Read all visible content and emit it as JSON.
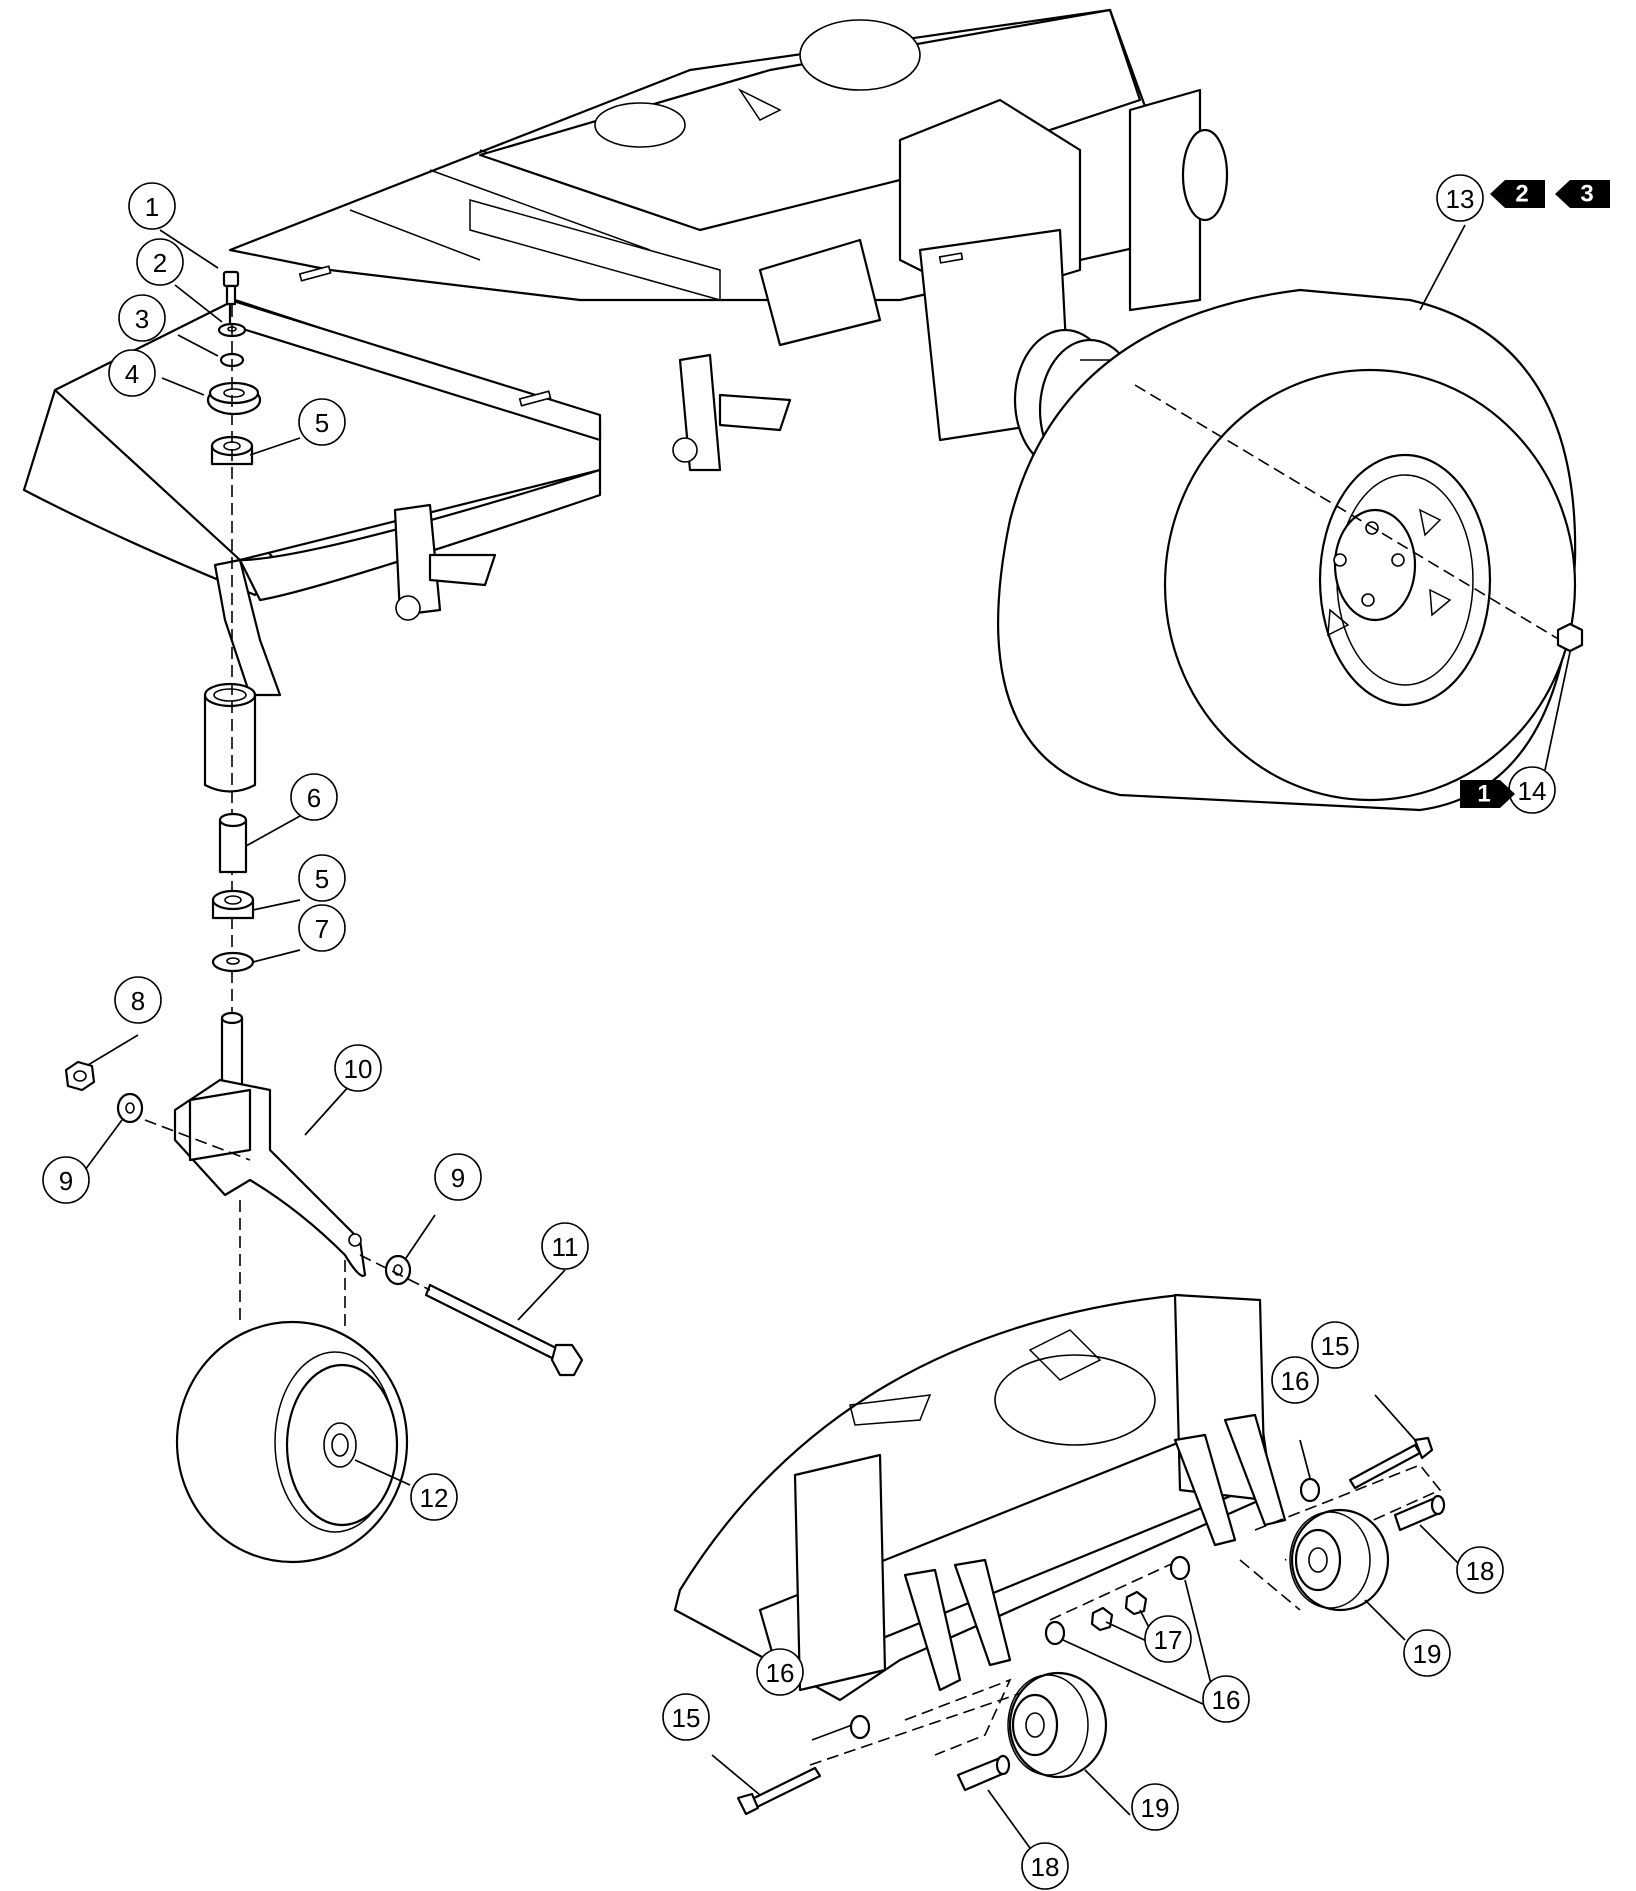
{
  "callouts": [
    {
      "label": "1"
    },
    {
      "label": "2"
    },
    {
      "label": "3"
    },
    {
      "label": "4"
    },
    {
      "label": "5"
    },
    {
      "label": "5"
    },
    {
      "label": "6"
    },
    {
      "label": "7"
    },
    {
      "label": "8"
    },
    {
      "label": "9"
    },
    {
      "label": "9"
    },
    {
      "label": "10"
    },
    {
      "label": "11"
    },
    {
      "label": "12"
    },
    {
      "label": "13"
    },
    {
      "label": "14"
    },
    {
      "label": "15"
    },
    {
      "label": "15"
    },
    {
      "label": "16"
    },
    {
      "label": "16"
    },
    {
      "label": "16"
    },
    {
      "label": "17"
    },
    {
      "label": "18"
    },
    {
      "label": "18"
    },
    {
      "label": "19"
    },
    {
      "label": "19"
    }
  ],
  "flags": [
    {
      "label": "2"
    },
    {
      "label": "3"
    },
    {
      "label": "1"
    }
  ],
  "colors": {
    "line": "#000000",
    "paper": "#ffffff",
    "flag_fill": "#000000"
  }
}
